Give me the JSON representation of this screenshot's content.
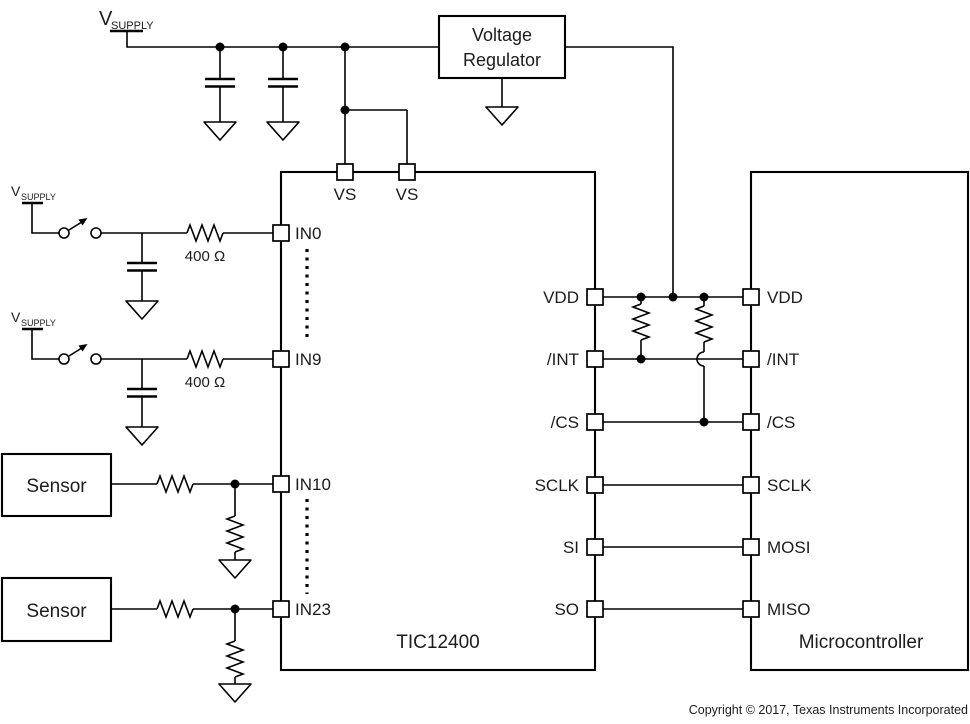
{
  "labels": {
    "vsupply_main": "V",
    "vsupply_sub": "SUPPLY",
    "resistor_value": "400 Ω",
    "sensor": "Sensor",
    "copyright": "Copyright © 2017, Texas Instruments Incorporated"
  },
  "voltage_regulator": {
    "line1": "Voltage",
    "line2": "Regulator"
  },
  "tic12400": {
    "name": "TIC12400",
    "top_pins": [
      "VS",
      "VS"
    ],
    "left_pins": [
      "IN0",
      "IN9",
      "IN10",
      "IN23"
    ],
    "right_pins": [
      "VDD",
      "/INT",
      "/CS",
      "SCLK",
      "SI",
      "SO"
    ]
  },
  "microcontroller": {
    "name": "Microcontroller",
    "left_pins": [
      "VDD",
      "/INT",
      "/CS",
      "SCLK",
      "MOSI",
      "MISO"
    ]
  },
  "colors": {
    "line": "#000000",
    "text": "#1c1c1c",
    "background": "#ffffff"
  }
}
